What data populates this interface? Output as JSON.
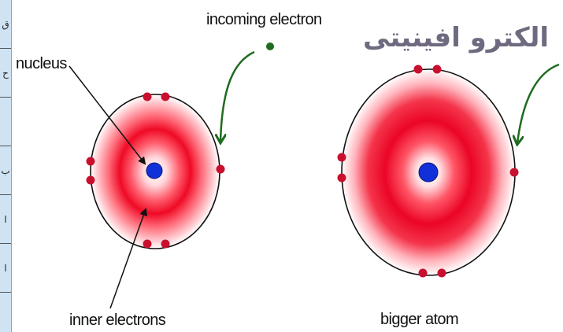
{
  "labels": {
    "incoming_electron": "incoming electron",
    "nucleus": "nucleus",
    "inner_electrons": "inner electrons",
    "bigger_atom": "bigger atom"
  },
  "title_arabic": "الكترو افينيتى",
  "sidebar_cells": [
    "ق",
    "ح",
    "",
    "ب",
    "ا",
    "ا"
  ],
  "colors": {
    "electron": "#c8102e",
    "nucleus": "#1230d8",
    "arrow_green": "#1f6b1f",
    "cloud_red": "#e8001c",
    "orbit": "#111111"
  }
}
